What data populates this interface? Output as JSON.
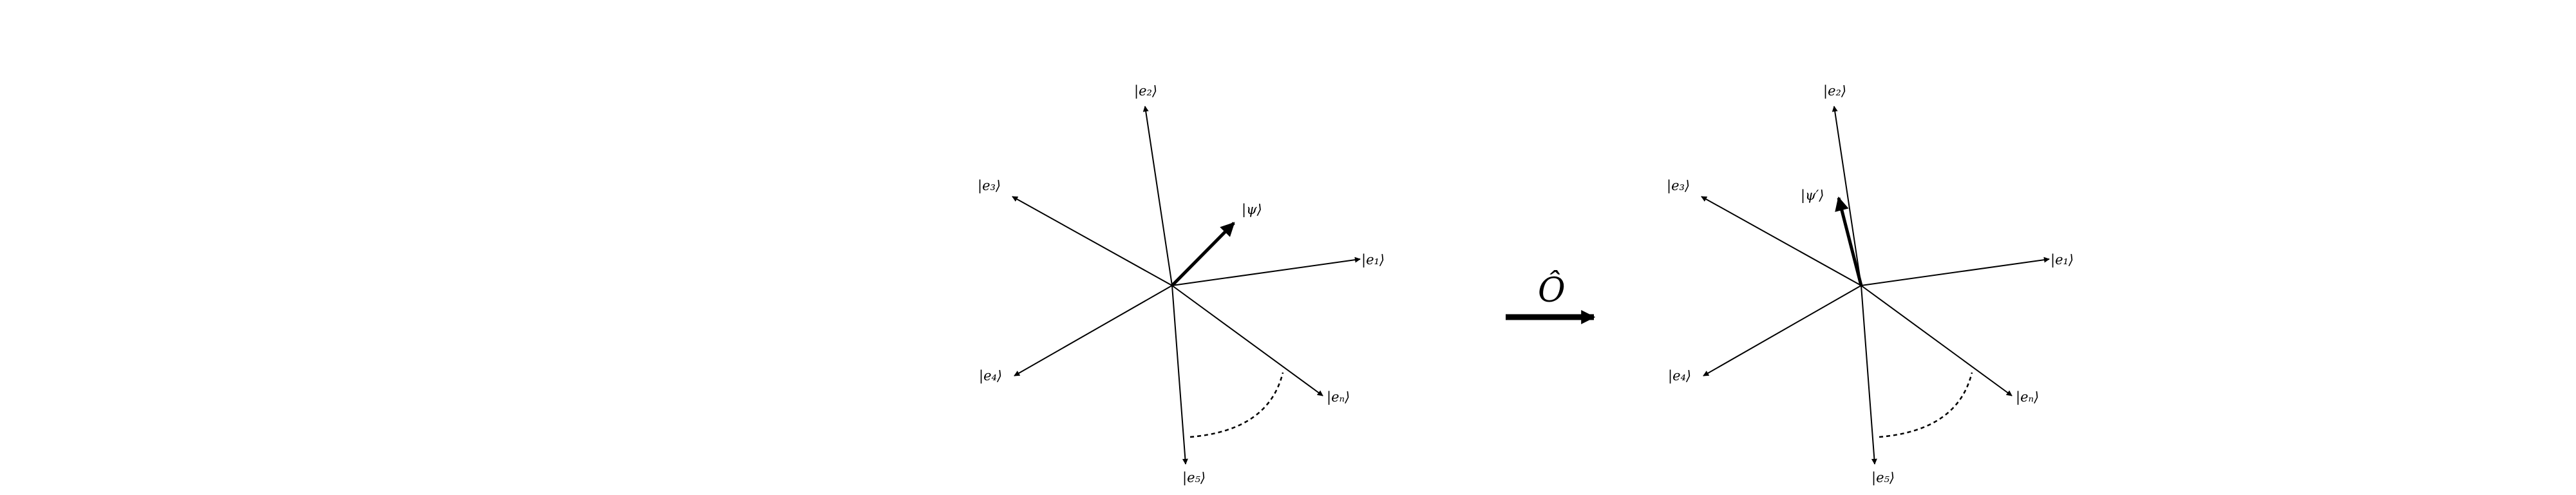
{
  "operator": {
    "symbol": "Ô",
    "arrow_icon": "thick-right-arrow-icon"
  },
  "diagrams": [
    {
      "id": "before",
      "state": {
        "label": "|ψ⟩"
      },
      "basis": [
        {
          "id": "e1",
          "label": "|e₁⟩"
        },
        {
          "id": "e2",
          "label": "|e₂⟩"
        },
        {
          "id": "e3",
          "label": "|e₃⟩"
        },
        {
          "id": "e4",
          "label": "|e₄⟩"
        },
        {
          "id": "e5",
          "label": "|e₅⟩"
        },
        {
          "id": "en",
          "label": "|eₙ⟩"
        }
      ]
    },
    {
      "id": "after",
      "state": {
        "label": "|ψ′⟩"
      },
      "basis": [
        {
          "id": "e1",
          "label": "|e₁⟩"
        },
        {
          "id": "e2",
          "label": "|e₂⟩"
        },
        {
          "id": "e3",
          "label": "|e₃⟩"
        },
        {
          "id": "e4",
          "label": "|e₄⟩"
        },
        {
          "id": "e5",
          "label": "|e₅⟩"
        },
        {
          "id": "en",
          "label": "|eₙ⟩"
        }
      ]
    }
  ]
}
